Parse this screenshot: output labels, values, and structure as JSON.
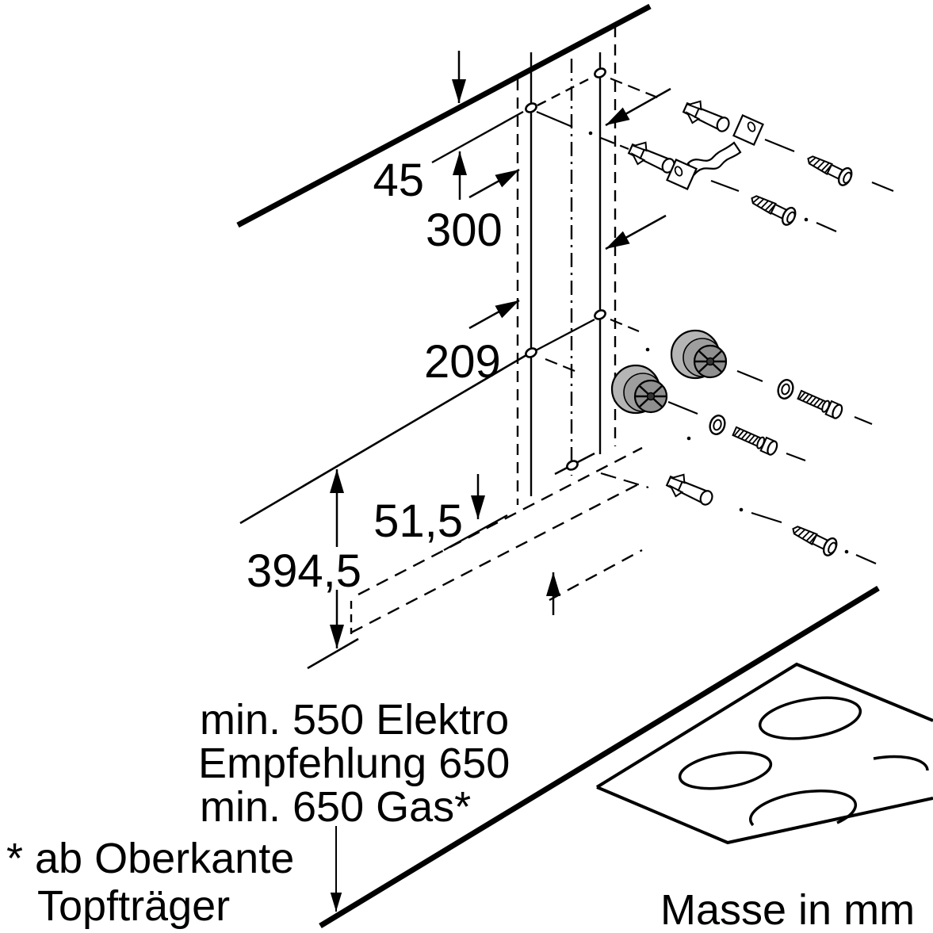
{
  "diagram": {
    "dimensions": {
      "top_offset": "45",
      "upper_hole_distance": "300",
      "lower_hole_distance": "209",
      "lower_section_height": "394,5",
      "bottom_edge_offset": "51,5"
    },
    "clearance": {
      "line1": "min. 550 Elektro",
      "line2": "Empfehlung 650",
      "line3": "min. 650 Gas*"
    },
    "footnote": {
      "line1": "* ab Oberkante",
      "line2": "Topfträger"
    },
    "units_note": "Masse in mm",
    "colors": {
      "line": "#000000",
      "background": "#ffffff",
      "spacer_body": "#b5b5b5",
      "spacer_mid": "#9e9e9e",
      "spacer_face": "#8f8f8f"
    },
    "parts": [
      "wall-plug",
      "mounting-bracket",
      "pan-head-screw",
      "washer",
      "hex-bolt",
      "spacer",
      "cooktop"
    ]
  }
}
